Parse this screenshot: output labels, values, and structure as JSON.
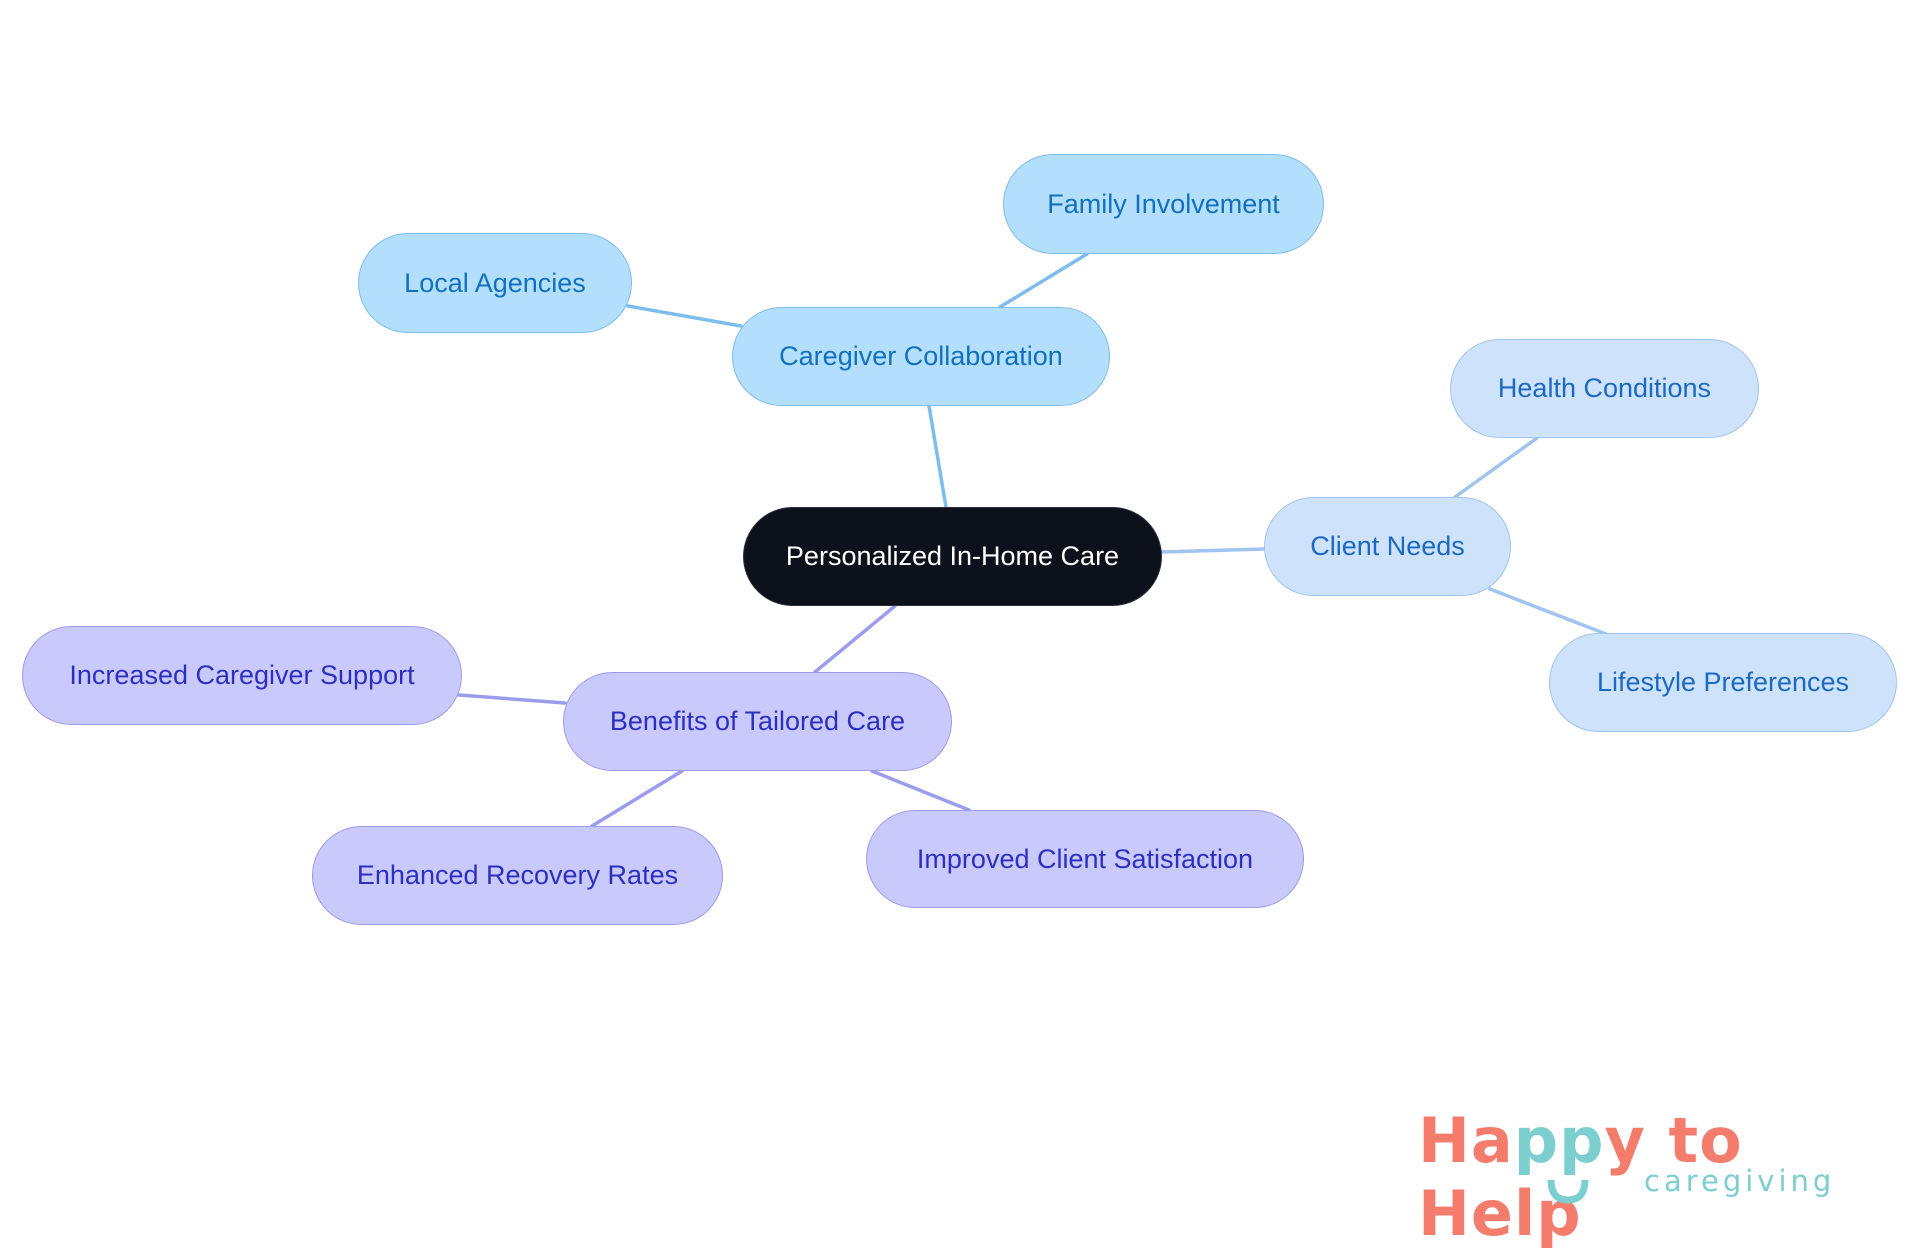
{
  "diagram": {
    "type": "mind-map",
    "root": {
      "id": "root",
      "label": "Personalized In-Home Care"
    },
    "branches": [
      {
        "id": "caregiver-collaboration",
        "label": "Caregiver Collaboration",
        "color": "#b3dffd",
        "children": [
          {
            "id": "family-involvement",
            "label": "Family Involvement"
          },
          {
            "id": "local-agencies",
            "label": "Local Agencies"
          }
        ]
      },
      {
        "id": "client-needs",
        "label": "Client Needs",
        "color": "#cfe2fb",
        "children": [
          {
            "id": "health-conditions",
            "label": "Health Conditions"
          },
          {
            "id": "lifestyle-preferences",
            "label": "Lifestyle Preferences"
          }
        ]
      },
      {
        "id": "benefits-of-tailored-care",
        "label": "Benefits of Tailored Care",
        "color": "#c9c9fc",
        "children": [
          {
            "id": "increased-caregiver-support",
            "label": "Increased Caregiver Support"
          },
          {
            "id": "enhanced-recovery-rates",
            "label": "Enhanced Recovery Rates"
          },
          {
            "id": "improved-client-satisfaction",
            "label": "Improved Client Satisfaction"
          }
        ]
      }
    ],
    "edge_colors": {
      "caregiver-collaboration": "#7cbdee",
      "client-needs": "#9ec4ef",
      "benefits-of-tailored-care": "#9c9cee"
    }
  },
  "logo": {
    "part1": "Ha",
    "part2": "pp",
    "part3": "y to Help",
    "tagline": "caregiving",
    "colors": {
      "primary": "#f47c6c",
      "accent": "#7ccfce"
    }
  }
}
